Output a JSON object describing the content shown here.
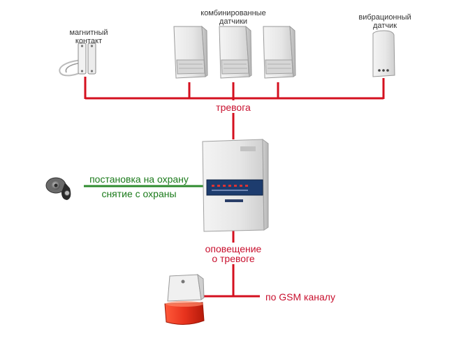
{
  "labels": {
    "magnetic_contact_line1": "магнитный",
    "magnetic_contact_line2": "контакт",
    "combined_sensors_line1": "комбинированные",
    "combined_sensors_line2": "датчики",
    "vibration_sensor_line1": "вибрационный",
    "vibration_sensor_line2": "датчик",
    "alarm": "тревога",
    "arming": "постановка на охрану",
    "disarming": "снятие с охраны",
    "notification_line1": "оповещение",
    "notification_line2": "о тревоге",
    "gsm": "по GSM каналу"
  },
  "icons": {
    "magnetic_contact": "magnetic-contact-icon",
    "combined_sensor": "motion-sensor-icon",
    "vibration_sensor": "vibration-sensor-icon",
    "control_panel": "control-panel-icon",
    "key_reader": "touch-memory-key-icon",
    "siren": "siren-icon"
  },
  "colors": {
    "alarm_line": "#d4101f",
    "control_line": "#2e8b2e",
    "siren_red": "#e8331e"
  }
}
